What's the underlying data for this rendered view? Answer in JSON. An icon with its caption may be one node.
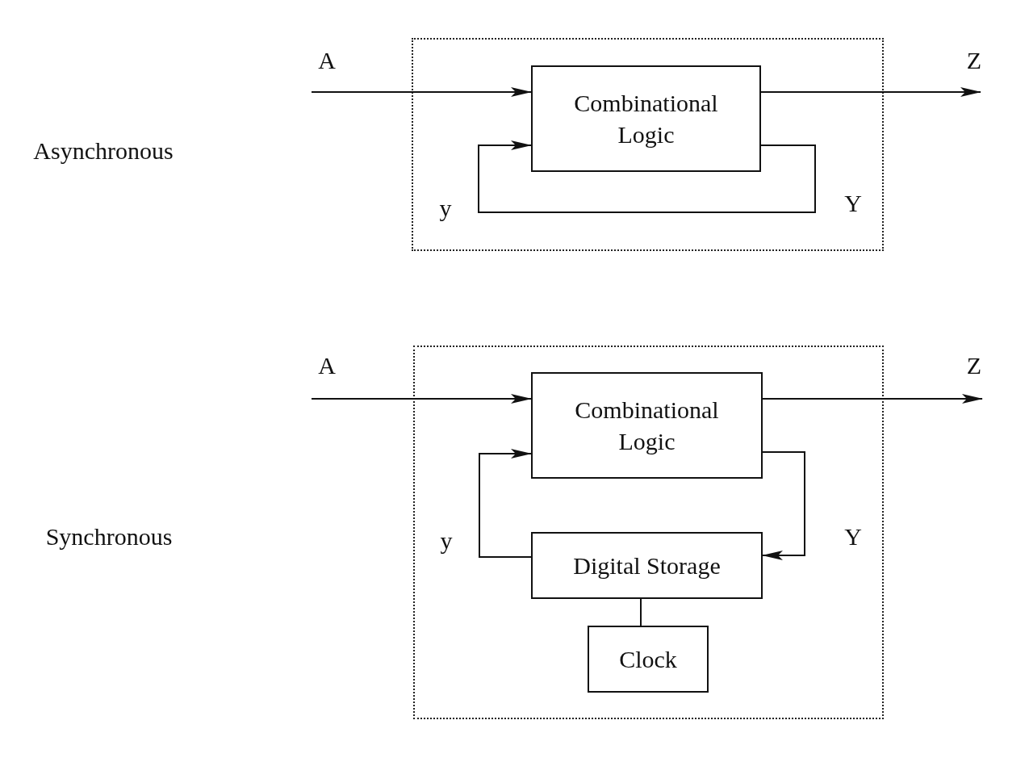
{
  "diagram": {
    "nodes": [
      {
        "text": [],
        "shape": "box"
      },
      {
        "text": [
          "Combinational Logic"
        ],
        "in": 0
      },
      {
        "text": [],
        "shape": "box"
      },
      {
        "text": [
          "Combinational Logic"
        ],
        "in": 2
      },
      {
        "text": [
          "Digital Storage"
        ],
        "in": 2
      },
      {
        "text": [
          "Clock"
        ],
        "in": 2
      }
    ],
    "edges": [
      {
        "from": null,
        "to": 1,
        "arrow": "to"
      },
      {
        "from": 1,
        "to": null,
        "arrow": "to"
      },
      {
        "from": 1,
        "to": 1,
        "arrow": "to"
      },
      {
        "from": null,
        "to": 3,
        "arrow": "to"
      },
      {
        "from": 3,
        "to": null,
        "arrow": "to"
      },
      {
        "from": 3,
        "to": 4,
        "arrow": "to"
      },
      {
        "from": 4,
        "to": 3,
        "arrow": "to"
      },
      {
        "from": 4,
        "to": 5,
        "arrow": "none"
      }
    ],
    "labels": [
      "A",
      "Z",
      "Asynchronous",
      "y",
      "Y",
      "A",
      "Z",
      "Synchronous",
      "y",
      "Y"
    ]
  }
}
